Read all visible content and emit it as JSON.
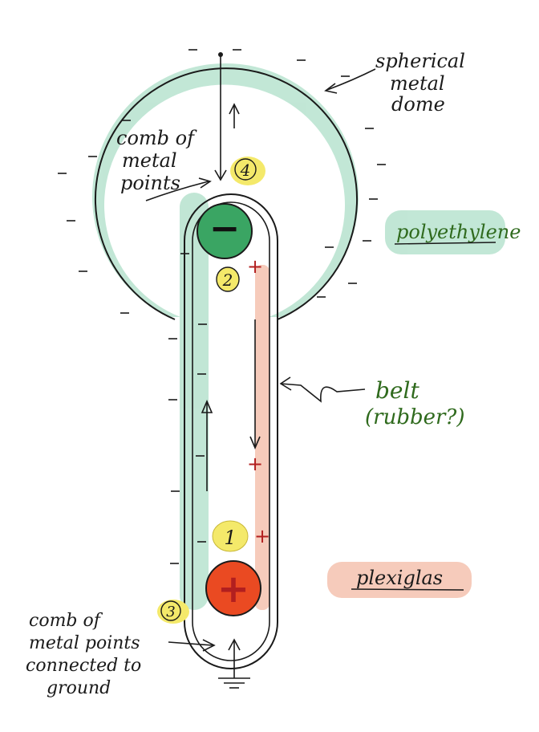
{
  "labels": {
    "dome": [
      "spherical",
      "metal",
      "dome"
    ],
    "top_comb": [
      "comb of",
      "metal",
      "points"
    ],
    "bottom_comb": [
      "comb of",
      "metal points",
      "connected to",
      "ground"
    ],
    "polyethylene": "polyethylene",
    "plexiglas": "plexiglas",
    "belt": [
      "belt",
      "(rubber?)"
    ]
  },
  "markers": {
    "m1": "1",
    "m2": "2",
    "m3": "3",
    "m4": "4"
  },
  "roller_signs": {
    "top": "−",
    "bottom": "+"
  },
  "charge_symbols": {
    "negative": "−",
    "positive": "+"
  },
  "colors": {
    "ink": "#1a1a1a",
    "dome_green": "#8fd3b4",
    "top_roller": "#3aa563",
    "bottom_roller": "#ea4a22",
    "belt_orange": "#f0a98e",
    "plexiglas_wash": "#f6b7a0",
    "marker_yellow": "#f4e96a",
    "plus_red": "#b21f1f",
    "label_green": "#2f6a1d"
  }
}
